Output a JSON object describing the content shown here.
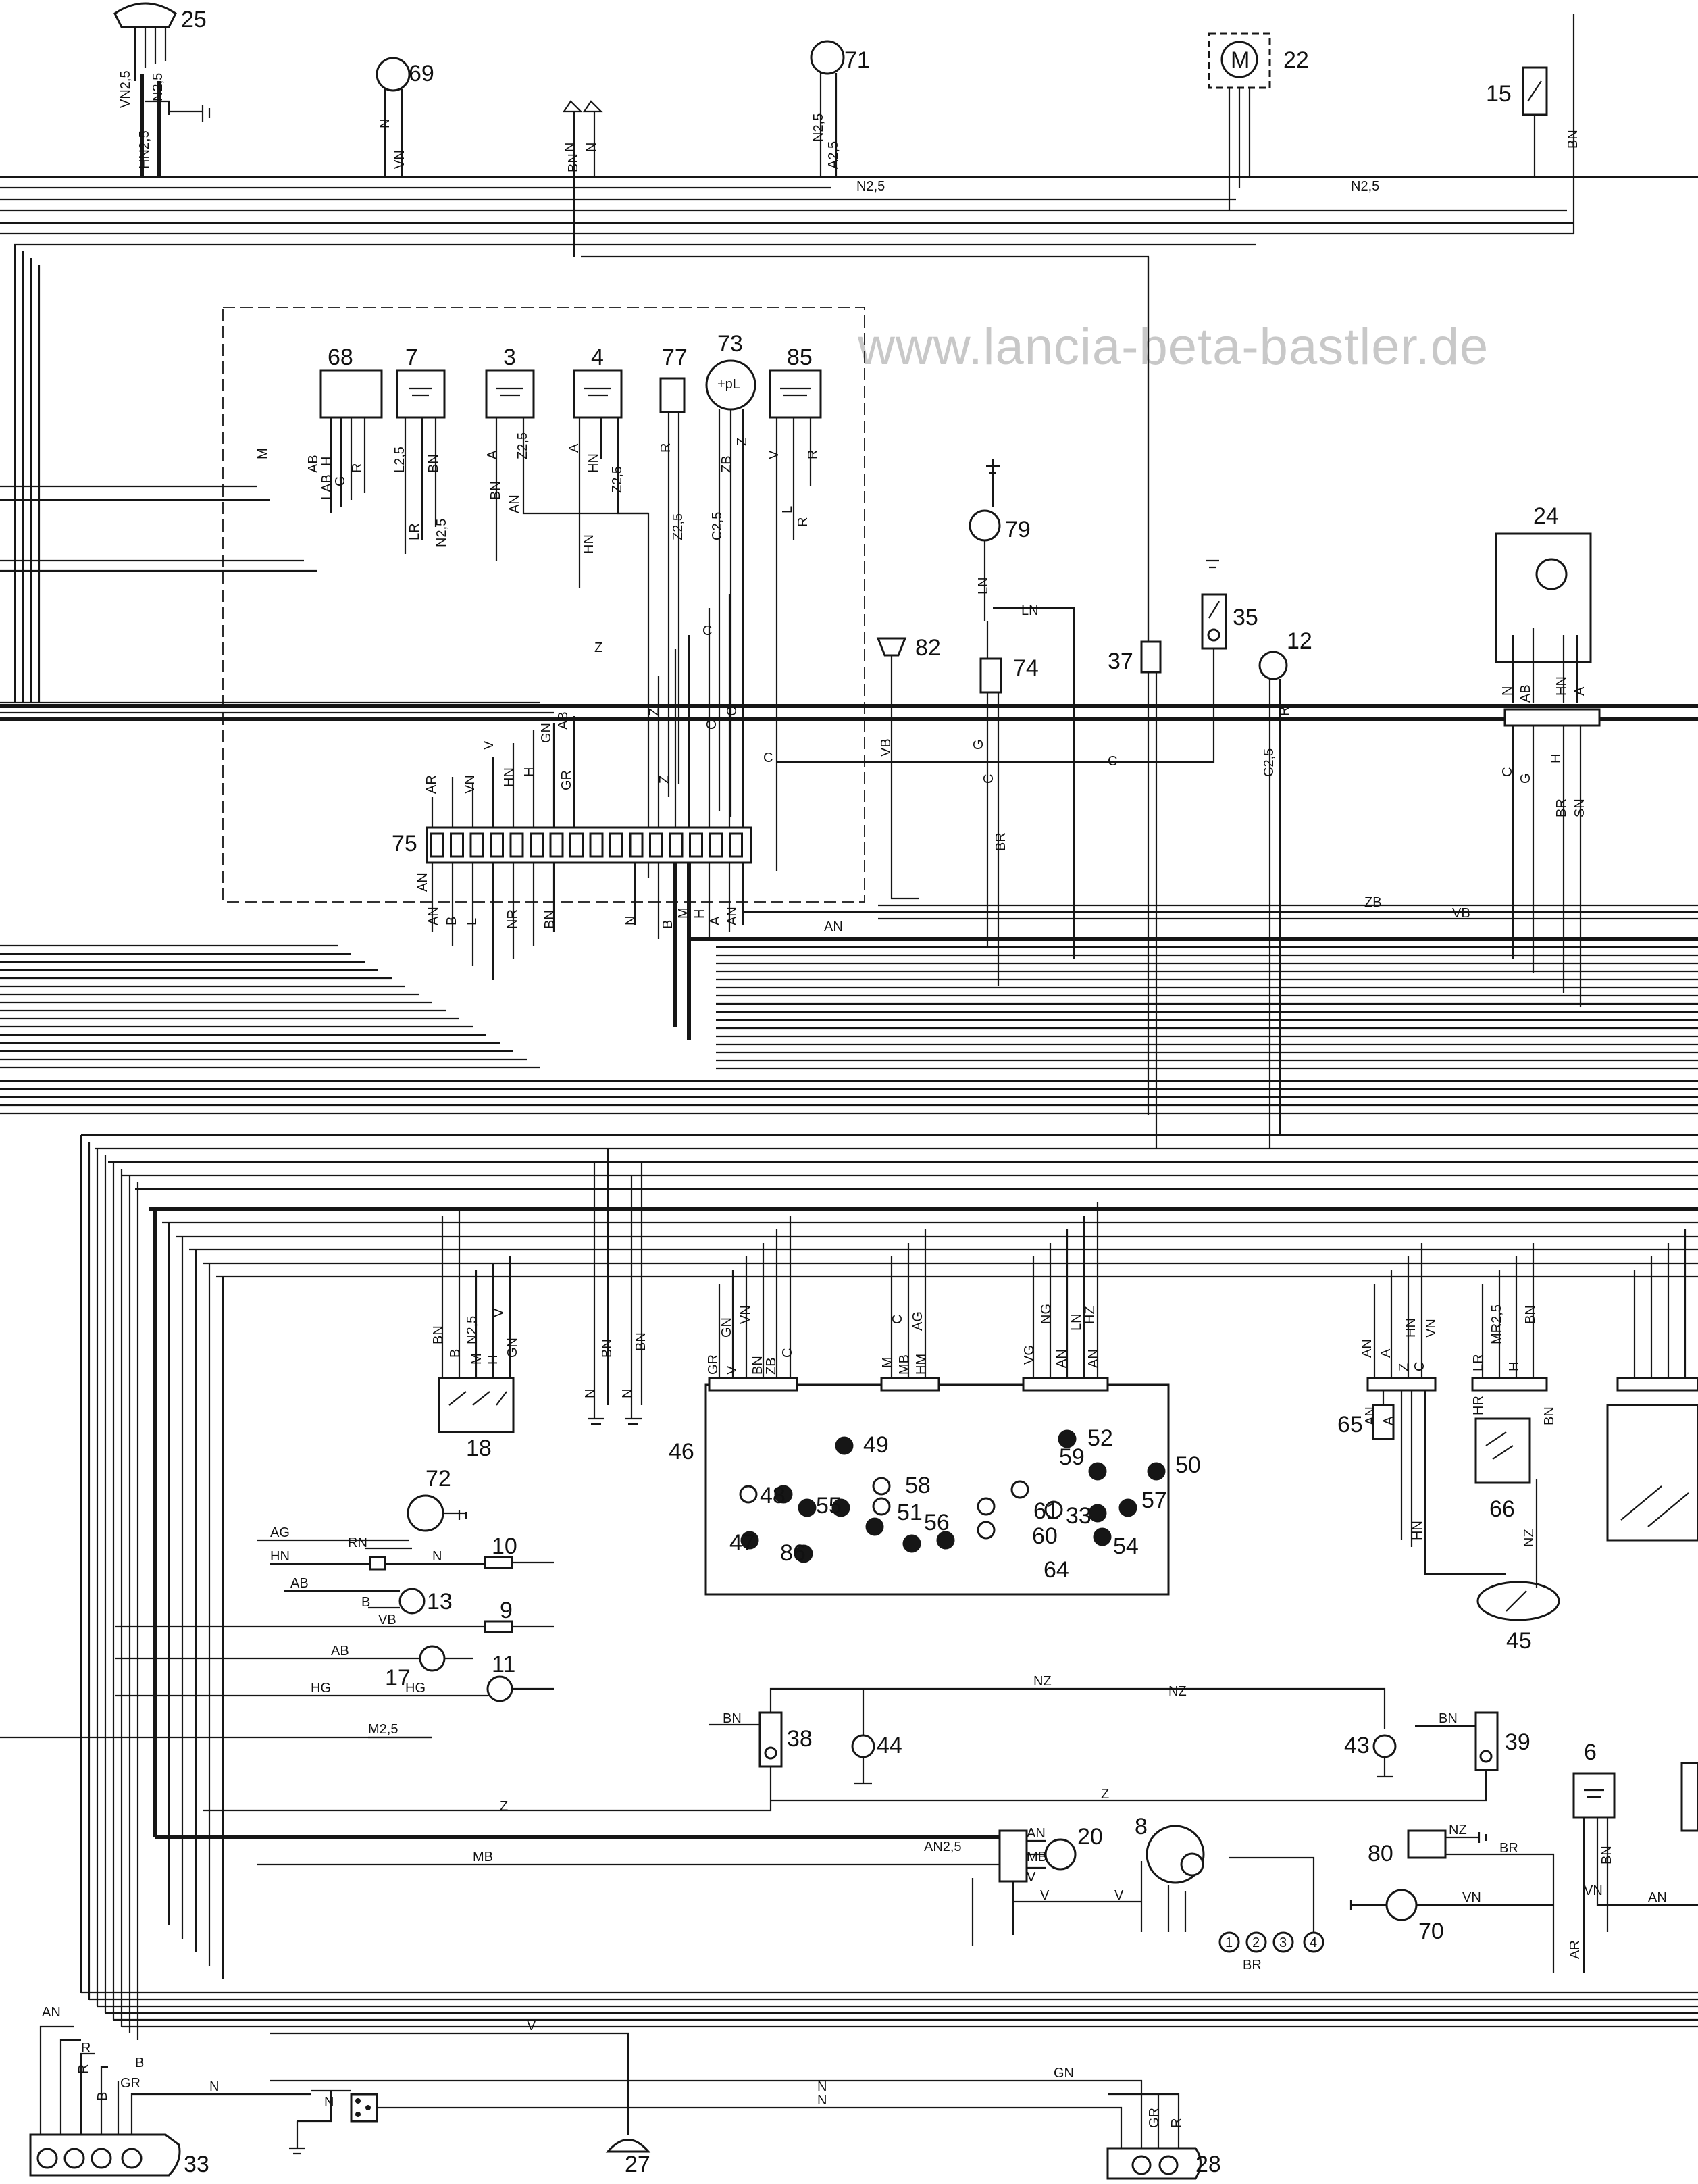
{
  "watermark": "www.lancia-beta-bastler.de",
  "colors": {
    "ink": "#161616",
    "paper": "#ffffff",
    "watermark": "#c8c8c8"
  },
  "components": {
    "c25": "25",
    "c69": "69",
    "c71": "71",
    "c22": "22",
    "c15": "15",
    "c68": "68",
    "c7": "7",
    "c3": "3",
    "c4": "4",
    "c77": "77",
    "c73": "73",
    "c85": "85",
    "c79": "79",
    "c24": "24",
    "c82": "82",
    "c74": "74",
    "c37": "37",
    "c35": "35",
    "c12": "12",
    "c75": "75",
    "c18": "18",
    "c46": "46",
    "c49": "49",
    "c48": "48",
    "c58": "58",
    "c55": "55",
    "c51": "51",
    "c47": "47",
    "c86": "86",
    "c56": "56",
    "c52": "52",
    "c59": "59",
    "c50": "50",
    "c61": "61",
    "c33a": "33",
    "c57": "57",
    "c60": "60",
    "c54": "54",
    "c64": "64",
    "c65": "65",
    "c66": "66",
    "c45": "45",
    "c72": "72",
    "c10": "10",
    "c13": "13",
    "c9": "9",
    "c17": "17",
    "c11": "11",
    "c38": "38",
    "c44": "44",
    "c43": "43",
    "c39": "39",
    "c6": "6",
    "c20": "20",
    "c8": "8",
    "c80": "80",
    "c70": "70",
    "c27": "27",
    "c28": "28",
    "c33": "33",
    "p1": "1",
    "p2": "2",
    "p3": "3",
    "p4": "4"
  },
  "wire_codes": {
    "w_vn25": "VN2,5",
    "w_n25a": "N2,5",
    "w_hn25": "HN2,5",
    "w_n_69": "N",
    "w_vn_69": "VN",
    "w_n_gnd1": "N",
    "w_n_gnd2": "N",
    "w_bn_gnd": "BN",
    "w_n25_71": "N2,5",
    "w_a25": "A2,5",
    "w_n25_bus": "N2,5",
    "w_n25_bus2": "N2,5",
    "w_bn_15": "BN",
    "w_m": "M",
    "w_ab": "AB",
    "w_h": "H",
    "w_g": "G",
    "w_r": "R",
    "w_lab": "LAB",
    "w_l25": "L2,5",
    "w_bn7": "BN",
    "w_lr": "LR",
    "w_n25_7": "N2,5",
    "w_a3": "A",
    "w_z25": "Z2,5",
    "w_bn3": "BN",
    "w_an3": "AN",
    "w_a4": "A",
    "w_hn4": "HN",
    "w_z25_4": "Z2,5",
    "w_hn4b": "HN",
    "w_r77": "R",
    "w_z25_77": "Z2,5",
    "w_c25": "C2,5",
    "w_zb": "ZB",
    "w_z73": "Z",
    "w_v85": "V",
    "w_r85": "R",
    "w_l85": "L",
    "w_r85b": "R",
    "w_ln": "LN",
    "w_ln2": "LN",
    "w_vb": "VB",
    "w_g74": "G",
    "w_c74": "C",
    "w_br74": "BR",
    "w_c35": "C",
    "w_c25_12": "C2,5",
    "w_r12": "R",
    "w_ar": "AR",
    "w_vn": "VN",
    "w_v75": "V",
    "w_hn75": "HN",
    "w_h75": "H",
    "w_gn": "GN",
    "w_ab75": "AB",
    "w_gr": "GR",
    "w_z75": "Z",
    "w_z75b": "Z",
    "w_c75": "C",
    "w_c75b": "C",
    "w_c_line": "C",
    "w_z_line": "Z",
    "w_c_line2": "C",
    "w_an_b1": "AN",
    "w_an_b2": "AN",
    "w_b_b": "B",
    "w_l_b": "L",
    "w_nr": "NR",
    "w_bn_b": "BN",
    "w_n_b": "N",
    "w_b_b2": "B",
    "w_m_b": "M",
    "w_h_b": "H",
    "w_a_b": "A",
    "w_an_b3": "AN",
    "w_an_long": "AN",
    "w_zb_long": "ZB",
    "w_vb_long": "VB",
    "w_n_24": "N",
    "w_ab_24": "AB",
    "w_hn_24": "HN",
    "w_a_24": "A",
    "w_c_24": "C",
    "w_g_24": "G",
    "w_br_24": "BR",
    "w_sn_24": "SN",
    "w_h_24": "H",
    "w_bn18": "BN",
    "w_b18": "B",
    "w_n25_18": "N2,5",
    "w_m18": "M",
    "w_v18": "V",
    "w_h18": "H",
    "w_gn18": "GN",
    "w_n_18a": "N",
    "w_bn_18a": "BN",
    "w_n_18b": "N",
    "w_bn_18b": "BN",
    "w_gr46": "GR",
    "w_v46": "V",
    "w_bn46": "BN",
    "w_zb46": "ZB",
    "w_c46": "C",
    "w_gn46": "GN",
    "w_vn46": "VN",
    "w_m46": "M",
    "w_mb46": "MB",
    "w_hm46": "HM",
    "w_c46b": "C",
    "w_ag46": "AG",
    "w_vg": "VG",
    "w_ng": "NG",
    "w_an46": "AN",
    "w_ln46": "LN",
    "w_hz": "HZ",
    "w_an46b": "AN",
    "w_an65": "AN",
    "w_a65": "A",
    "w_z65": "Z",
    "w_c65": "C",
    "w_hn65": "HN",
    "w_vn65": "VN",
    "w_an65b": "AN",
    "w_a65b": "A",
    "w_lr66": "LR",
    "w_mr25": "MR2,5",
    "w_h66": "H",
    "w_bn66": "BN",
    "w_hr66": "HR",
    "w_bn66b": "BN",
    "w_hn45": "HN",
    "w_nz45": "NZ",
    "w_ag72": "AG",
    "w_rn72": "RN",
    "w_hn10": "HN",
    "w_n10": "N",
    "w_ab13": "AB",
    "w_b13": "B",
    "w_vb9": "VB",
    "w_ab17": "AB",
    "w_hg": "HG",
    "w_hg2": "HG",
    "w_m25": "M2,5",
    "w_nz": "NZ",
    "w_nz2": "NZ",
    "w_bn38": "BN",
    "w_bn39": "BN",
    "w_z": "Z",
    "w_z2": "Z",
    "w_mb": "MB",
    "w_an25": "AN2,5",
    "w_an20": "AN",
    "w_mb20": "MB",
    "w_v20": "V",
    "w_v_v1": "V",
    "w_v_v2": "V",
    "w_br_bottom": "BR",
    "w_nz80": "NZ",
    "w_br80": "BR",
    "w_vn70": "VN",
    "w_bn6": "BN",
    "w_vn6": "VN",
    "w_an6": "AN",
    "w_ar6": "AR",
    "w_an33": "AN",
    "w_r33": "R",
    "w_r33b": "R",
    "w_b33": "B",
    "w_b33b": "B",
    "w_gr33": "GR",
    "w_n33": "N",
    "w_n33b": "N",
    "w_v27": "V",
    "w_gn28": "GN",
    "w_n28": "N",
    "w_gr28": "GR",
    "w_r28": "R",
    "w_n27": "N"
  }
}
